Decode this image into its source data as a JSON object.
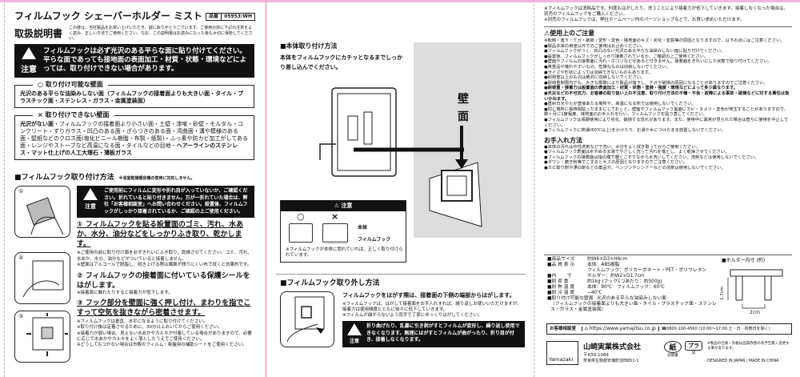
{
  "left": {
    "title": "フィルムフック シェーバーホルダー ミスト",
    "code_label": "品番",
    "code": "05953:WH",
    "manual": "取扱説明書",
    "intro": "この度は、当社製品をお買い上げいただき、誠にありがとうございます。ご使用の前に下記の注意をよく読み、正しい方法でご使用ください。なお、この説明書はお読みになった後も大切に保管してください。",
    "caution_label": "注意",
    "caution_main": "フィルムフックは必ず光沢のある平らな面に貼り付けてください。平らな面であっても接地面の表面加工・材質・状態・環境などによっては、取り付けできない場合があります。",
    "ok_title": "○ 取り付け可能な壁面",
    "ok_text": "光沢のある平らな油染みしない面（フィルムフックの接着面よりも大きい面・タイル・プラスチック面・ステンレス・ガラス・金属塗装面）",
    "ng_title": "× 取り付けできない壁面",
    "ng_text_bold": "光沢がない面",
    "ng_text": "・フィルムフックの接着面より小さい面・土壁・漆喰・砂壁・モルタル・コンクリート・すりガラス・凹凸のある面・ざらつきのある面・湾曲面・溝や模様のある面・壁紙などのクロス面(塩化ビニール樹脂・布製・紙製)・ふっ素や防カビ加工がしてある面・レンジやストーブなど高温になる面・タイルなどの目地・",
    "ng_text_bold2": "ヘアーラインのステンレス・マット仕上げの人工大理石・薄板ガラス",
    "install_title": "■フィルムフック取り付け方法",
    "install_note": "※浴室乾燥暖房機の使用に対応しません。",
    "step_caution": "ご使用前にフィルムに変形や折れ目が入っていないか、ご確認ください。折れていると貼り付きません。万が一折れていた場合は、弊社「お客様相談室」へお問い合わせください。設置後、フィルムフックがしっかり接着されているか、ご確認の上ご使用ください。",
    "step1": "① フィルムフックを貼る設置面のゴミ、汚れ、水あか、水分、油分などをしっかりふき取り、乾かします。",
    "step1_notes": [
      "※ご使用の前に取り付け面を必ずきれいにふき取り、乾燥させてください。ゴミ、汚れ、水あか、水分、油分などがついていると接着しません。",
      "※壁面はアルコールで脱脂し、拭き上げる際は繊維が残りにくい布で拭くと効果的です。"
    ],
    "step2": "② フィルムフックの接着面に付いている保護シールをはがします。",
    "step2_note": "※接着面に触れたりすると接着力が低下します。",
    "step3": "③ フック部分を壁面に強く押し付け、まわりを指でこすって空気を抜きながら密着させます。",
    "step3_notes": [
      "※フィルムフックは垂直、水平になるように取り付けてください。",
      "※取り付け後は定着させるために、30分以上おいてからご使用ください。",
      "※接着力が弱い場合、見えない水あかやカルキが付着している場合がありますので、必要に応じて水あかやカルキをよく落としたうえでご使用ください。",
      "※どうしてもつかない場合は市販のフィルム・吸盤用の補助シートをご使用ください。"
    ],
    "fig_numbers": [
      "①",
      "②",
      "③"
    ]
  },
  "middle": {
    "body_title": "■本体取り付け方法",
    "body_text": "本体をフィルムフックにカチッとなるまでしっかり差し込んでください。",
    "wall_label": "壁面",
    "caution_title": "⚠ 注意",
    "ok_mark": "○",
    "ng_mark": "×",
    "label_body": "本体",
    "label_hook": "フィルムフック",
    "caution_note": "※フィルムフックが本体に隠れていれば、正しく取り付けられています。",
    "remove_title": "■フィルムフック取り外し方法",
    "remove_text": "フィルムフックをはがす際は、接着面の下側の端部からはがします。",
    "remove_notes": [
      "※フィルムフックは、はがして接着面をお手入れすれば、繰り返しお使いいただけますが、接着力は使用頻度とともに徐々に低下していきます。",
      "※フィルムが曲がらないよう両手で丁寧にゆっくりはがしてください。"
    ],
    "remove_caution_label": "注意",
    "remove_caution": "折り曲げたり、乱暴に引き剥がすとフィルムが変形し、繰り返し使用できなくなります。無理にはがすとフィルムが曲がったり、折り目が付き、接着しなくなります。"
  },
  "right": {
    "notes": [
      "※フィルムフックは消耗品です。何度もはがしたり、洗うことにより接着力が低下していきます。接着しなくなった場合は、別売のフィルムフックをご購入ください。",
      "※別売のフィルムフックは、弊社ホームページ内のパーツショップなどで、お買い求めいただけます。"
    ],
    "usage_title": "⚠使用上のご注意",
    "usage_intro": "※転倒・落下・ケガ・破損・変形・変色・接地面のキズ・劣化・変質等の原因となりますので、以下の点にはご注意ください。",
    "usage_items": [
      "●製品本来の用途以外でのご使用はお止めください。",
      "●フィルムフックがつく、凹凸のない光沢のある平らな油染みしない面に貼り付けてください。",
      "●設置後、フィルムフックがしっかり接着されているか、ご確認の上ご使用ください。",
      "●壁面やフィルムの接着面に汚れ・ホコリなどがあると付きません。接着面をきれいにした状態で取り付けてください。",
      "●貴重品や壊れやすいもの、危険なものは収納しないでください。",
      "●サイズや形状によっては収納できないものもあります。",
      "●耐荷重以上のものは絶対に収納しないでください。",
      "●耐荷重制限内でも、大きな衝撃により製品が落下し、ケガや破損の原因になることがありますのでご注意ください。"
    ],
    "usage_bold": [
      "●耐荷重・接着力は設置面の表面加工・材質・状態・塗装・強度・環境などによって多少異なります。",
      "●天災などの不可抗力、お客様の取り扱い上の不注意、取り付け方法の不備・不良・故障による事故・破損などに対する責任は負いかねます。"
    ],
    "usage_items2": [
      "●直射日光や火が直接あたる場所や、高温になる所では使用しないでください。",
      "●同じ場所に長時間貼ったままにしておくと、壁面やフィルムフック裏面にカビ・ヌメリ・変色が発生することがありますので、数ヶ月に1度程度、接地面のお手入れを行い、フィルムフックを貼り直してください。",
      "●フィルムフックは長期使用により劣化、破損する恐れがあります。また、使用中に異常が見られた場合は直ちに使用を中止してください。",
      "●フィルムフックに熱湯(60℃以上)をかけたり、お湯や水につけたまま放置しないでください。"
    ],
    "care_title": "お手入れ方法",
    "care_items": [
      "●本体の汚れは中性洗剤などで洗い、水分をよく拭き取ってからご使用ください。",
      "●フィルムフック表面は水やぬるま湯でやさしく洗って汚れを落とし、よく乾燥させてください。",
      "●フィルムフックの接着面は指の腹で軽くこすりながら水洗いしてください。洗剤などは使用しないでください。",
      "●タワシ・磨き粉等でこするとキズの原因となりますのでご注意ください。",
      "●カビ取り剤や漂白剤などの薬品や、ベンジンやシンナーなどの溶剤は使用しないでください。"
    ],
    "specs": [
      {
        "k": "■商品サイズ",
        "v": "約W6×D3×H6cm"
      },
      {
        "k": "■品 質 表 示",
        "v": "本体：ABS樹脂"
      },
      {
        "k": "",
        "v": "フィルムフック：ポリカーボネート・PET・ポリウレタン"
      },
      {
        "k": "■内　　 寸",
        "v": "ホルダー：約W2×D1.7cm"
      },
      {
        "k": "■耐 荷 重",
        "v": "約1kg (フック1つあたり：約500g)"
      },
      {
        "k": "■耐 熱 温 度",
        "v": "本体：90℃　フィルムフック：60℃"
      },
      {
        "k": "■耐 冷 温 度",
        "v": "−40℃"
      },
      {
        "k": "■取り付け可能な壁面",
        "v": "光沢のある平らな油染みしない面"
      }
    ],
    "spec_tail": "（フィルムフックの接着面よりも大きい面・タイル・プラスチック面・ステンレス・ガラス・金属塗装面）",
    "holder_title": "■ホルダー内寸 (約)",
    "dim_h": "1.7cm",
    "dim_w": "2cm",
    "contact_label": "お客様相談室",
    "url": "https://www.yamajitsu.co.jp",
    "phone": "0800-100-4560 (10:00〜17:00 土・日・祝祭日を除く)",
    "logo": "Yamazaki",
    "company": "山崎実業株式会社",
    "zip": "〒639-1084",
    "address": "奈良県生駒郡安堵町窪田851-1",
    "recycle_paper": "紙",
    "recycle_paper_label": "説明書",
    "recycle_plastic": "プラ",
    "recycle_plastic_label": "袋",
    "spec_notice": "※製品の仕様・外観は品質改善の為予告無く変更する事があります。",
    "made": "DESIGNED IN JAPAN / MADE IN CHINA"
  }
}
